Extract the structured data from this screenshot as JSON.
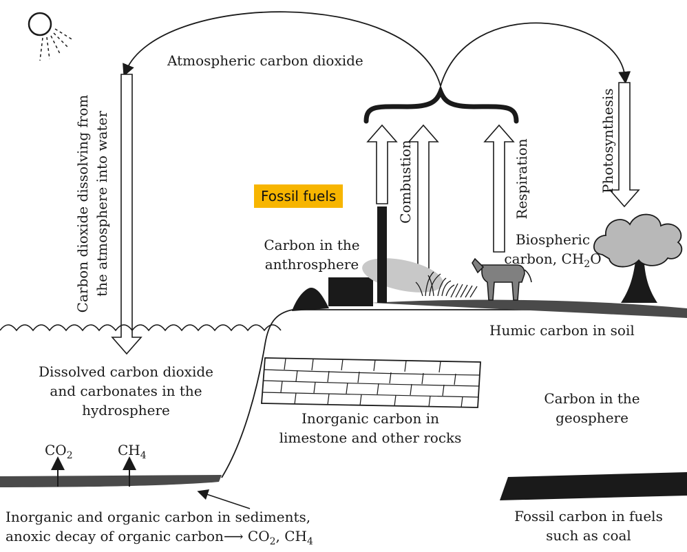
{
  "colors": {
    "ink": "#1a1a1a",
    "highlight": "#f7b500",
    "sediment": "#4a4a4a",
    "cloud": "#b8b8b8",
    "animal": "#808080",
    "smoke": "#c8c8c8"
  },
  "icons": {
    "sun": "sun-icon",
    "tree": "tree-icon",
    "animal": "cow-icon",
    "grass": "grass-icon",
    "factory": "factory-icon",
    "smokestack": "smokestack-icon"
  },
  "labels": {
    "atmosphere": "Atmospheric carbon dioxide",
    "dissolving": "Carbon dioxide dissolving from\nthe atmosphere into water",
    "combustion": "Combustion",
    "respiration": "Respiration",
    "photosynthesis": "Photosynthesis",
    "fossil_fuels": "Fossil fuels",
    "anthrosphere": "Carbon in the\nanthrosphere",
    "biospheric_line1": "Biospheric",
    "biospheric_prefix": "carbon, CH",
    "biospheric_sub": "2",
    "biospheric_suffix": "O",
    "humic": "Humic carbon in soil",
    "hydrosphere": "Dissolved carbon dioxide\nand carbonates in the\nhydrosphere",
    "limestone": "Inorganic carbon in\nlimestone and other rocks",
    "geosphere": "Carbon in the\ngeosphere",
    "co2_base": "CO",
    "co2_sub": "2",
    "ch4_base": "CH",
    "ch4_sub": "4",
    "sediments_line1": "Inorganic and organic carbon in sediments,",
    "sediments_line2_prefix": "anoxic decay of organic carbon",
    "sediments_arrow": "⟶",
    "sediments_co2": " CO",
    "sediments_co2_sub": "2",
    "sediments_sep": ", CH",
    "sediments_ch4_sub": "4",
    "fossil_carbon": "Fossil carbon in fuels\nsuch as coal"
  }
}
